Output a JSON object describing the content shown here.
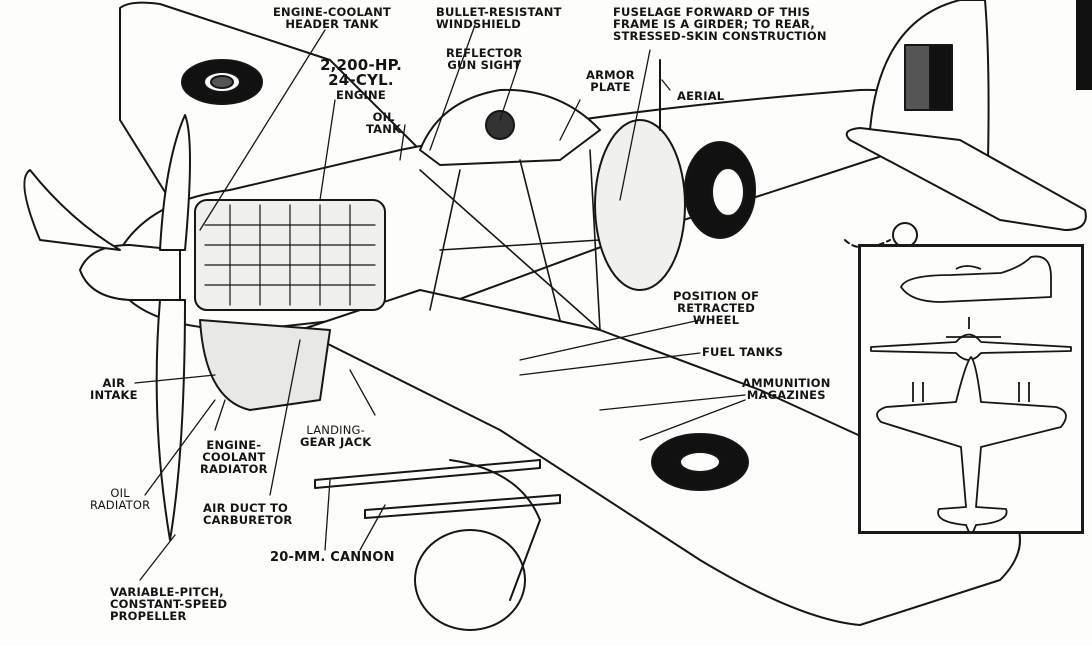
{
  "diagram": {
    "subject": "Aircraft cutaway",
    "labels": {
      "engine_coolant_header_tank": [
        "ENGINE-COOLANT",
        "HEADER TANK"
      ],
      "bullet_resistant_windshield": [
        "BULLET-RESISTANT",
        "WINDSHIELD"
      ],
      "fuselage_frame": [
        "FUSELAGE FORWARD OF THIS",
        "FRAME IS A GIRDER; TO REAR,",
        "STRESSED-SKIN CONSTRUCTION"
      ],
      "reflector_gun_sight": [
        "REFLECTOR",
        "GUN SIGHT"
      ],
      "engine": [
        "2,200-HP.",
        "24-CYL.",
        "ENGINE"
      ],
      "armor_plate": [
        "ARMOR",
        "PLATE"
      ],
      "aerial": "AERIAL",
      "oil_tank": [
        "OIL",
        "TANK"
      ],
      "position_of_retracted_wheel": [
        "POSITION OF",
        "RETRACTED",
        "WHEEL"
      ],
      "fuel_tanks": "FUEL TANKS",
      "ammunition_magazines": [
        "AMMUNITION",
        "MAGAZINES"
      ],
      "air_intake": [
        "AIR",
        "INTAKE"
      ],
      "landing_gear_jack": [
        "LANDING-",
        "GEAR JACK"
      ],
      "engine_coolant_radiator": [
        "ENGINE-",
        "COOLANT",
        "RADIATOR"
      ],
      "oil_radiator": [
        "OIL",
        "RADIATOR"
      ],
      "air_duct_to_carburetor": [
        "AIR DUCT TO",
        "CARBURETOR"
      ],
      "cannon": "20-MM. CANNON",
      "propeller": [
        "VARIABLE-PITCH,",
        "CONSTANT-SPEED",
        "PROPELLER"
      ]
    },
    "inset": {
      "views": [
        "side-view",
        "front-view",
        "top-view"
      ]
    },
    "colors": {
      "ink": "#141414",
      "paper": "#fdfdfb"
    }
  }
}
